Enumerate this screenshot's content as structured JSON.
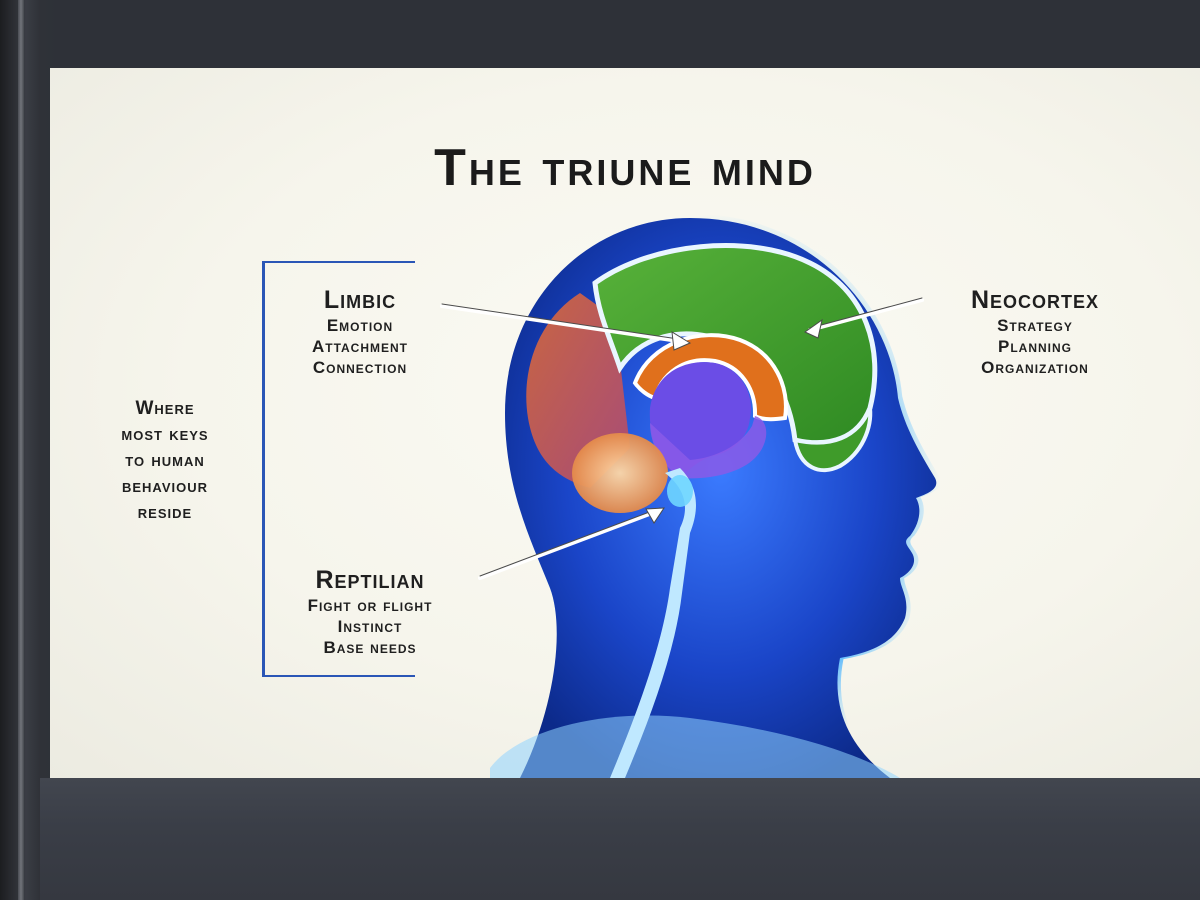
{
  "slide": {
    "title": "The triune mind",
    "bracket_note": [
      "Where",
      "most keys",
      "to human",
      "behaviour",
      "reside"
    ],
    "regions": {
      "limbic": {
        "name": "Limbic",
        "details": [
          "Emotion",
          "Attachment",
          "Connection"
        ]
      },
      "neocortex": {
        "name": "Neocortex",
        "details": [
          "Strategy",
          "Planning",
          "Organization"
        ]
      },
      "reptilian": {
        "name": "Reptilian",
        "details": [
          "Fight or flight",
          "Instinct",
          "Base needs"
        ]
      }
    }
  },
  "colors": {
    "neocortex": "#3f9b2a",
    "limbic": "#e0701c",
    "reptilian": "#6b4de6",
    "head_glow": "#1f5fe0",
    "bracket": "#2a56b6"
  }
}
